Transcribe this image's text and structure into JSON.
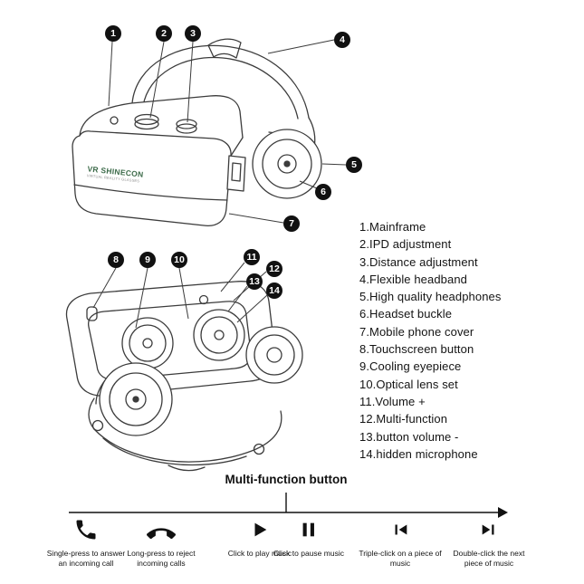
{
  "brand": {
    "line1": "VR SHINECON",
    "line2": "VIRTUAL REALITY GLASSES"
  },
  "callouts": [
    "1",
    "2",
    "3",
    "4",
    "5",
    "6",
    "7",
    "8",
    "9",
    "10",
    "11",
    "12",
    "13",
    "14"
  ],
  "parts": [
    "1.Mainframe",
    "2.IPD adjustment",
    "3.Distance adjustment",
    "4.Flexible headband",
    "5.High quality headphones",
    "6.Headset buckle",
    "7.Mobile phone cover",
    "8.Touchscreen button",
    "9.Cooling eyepiece",
    "10.Optical lens set",
    "11.Volume +",
    "12.Multi-function",
    "13.button volume -",
    "14.hidden microphone"
  ],
  "footer": {
    "title": "Multi-function button",
    "actions": [
      {
        "icon": "answer-call-icon",
        "caption": "Single-press to answer an incoming call"
      },
      {
        "icon": "reject-call-icon",
        "caption": "Long-press to reject incoming calls"
      },
      {
        "icon": "play-icon",
        "caption": "Click to play music"
      },
      {
        "icon": "pause-icon",
        "caption": "Click to pause music"
      },
      {
        "icon": "previous-track-icon",
        "caption": "Triple-click on a piece of music"
      },
      {
        "icon": "next-track-icon",
        "caption": "Double-click the next piece of music"
      }
    ]
  },
  "colors": {
    "line": "#3c3c3c",
    "callout": "#111111",
    "logo_green": "#3d6b4a"
  }
}
